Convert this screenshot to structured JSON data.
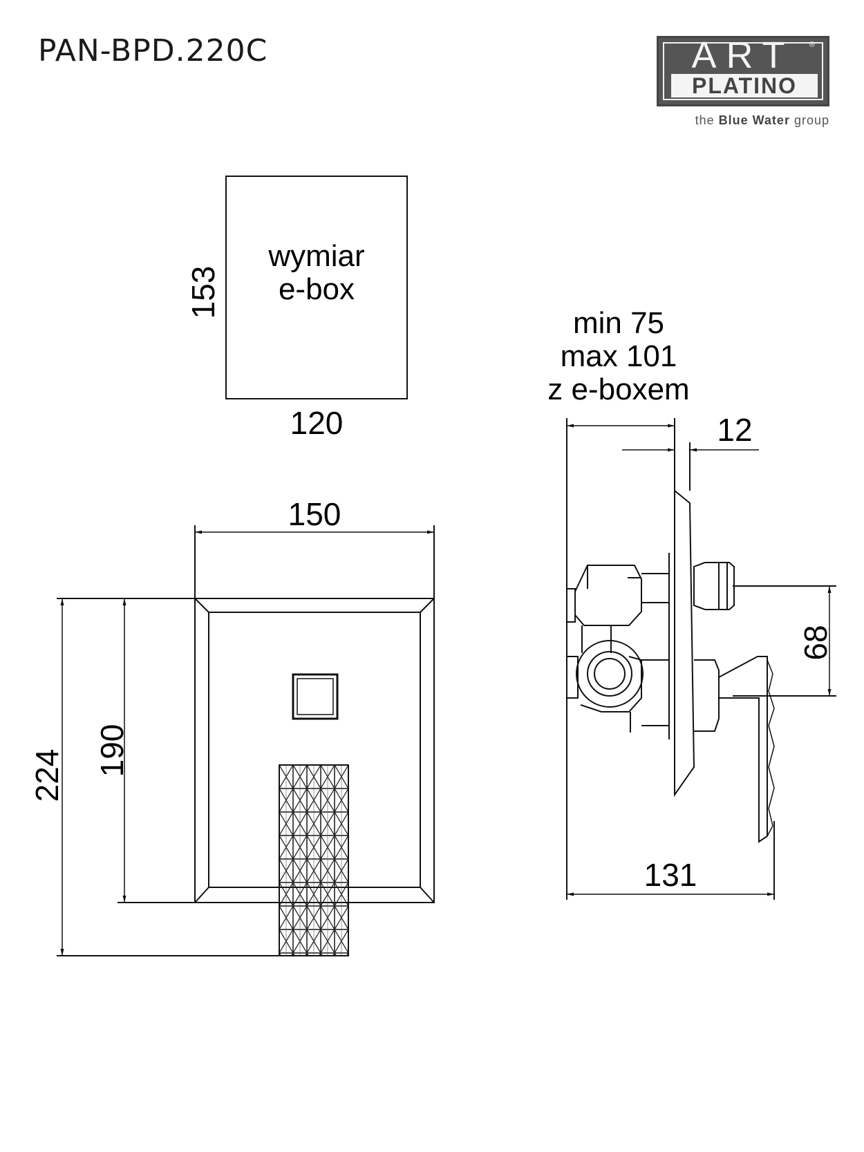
{
  "title": "PAN-BPD.220C",
  "logo": {
    "line1": "ART",
    "line2": "PLATINO",
    "tagline_pre": "the ",
    "tagline_bold": "Blue Water",
    "tagline_post": " group",
    "registered": "®"
  },
  "ebox": {
    "label_line1": "wymiar",
    "label_line2": "e-box",
    "height": "153",
    "width": "120"
  },
  "front_view": {
    "width": "150",
    "plate_height": "190",
    "total_height": "224"
  },
  "side_view": {
    "depth_line1": "min 75",
    "depth_line2": "max 101",
    "depth_line3": "z e-boxem",
    "plate_thickness": "12",
    "outlet_offset": "68",
    "total_depth": "131"
  }
}
